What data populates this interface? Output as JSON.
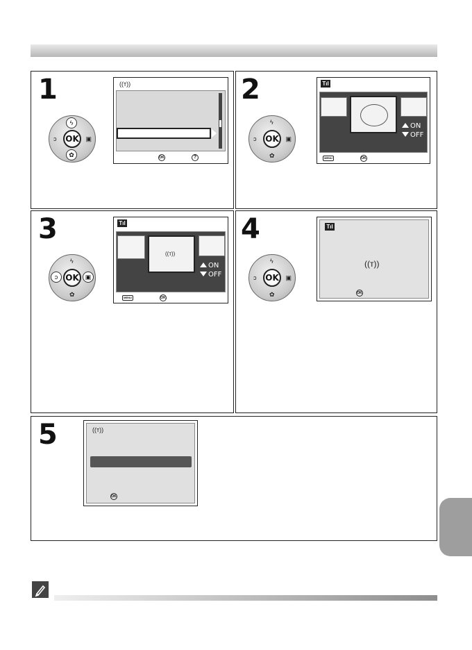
{
  "steps": [
    {
      "number": "1"
    },
    {
      "number": "2"
    },
    {
      "number": "3"
    },
    {
      "number": "4"
    },
    {
      "number": "5"
    }
  ],
  "controls": {
    "ok_label": "OK",
    "on_label": "ON",
    "off_label": "OFF",
    "menu_label": "MENU"
  },
  "icons": {
    "wireless": "wireless-icon",
    "signal": "signal-strength-icon",
    "flash": "flash-icon",
    "macro": "macro-icon",
    "self_timer": "self-timer-icon",
    "exposure": "exposure-comp-icon",
    "help": "help-icon",
    "note": "note-pencil-icon"
  },
  "colors": {
    "header_gray": "#b7b7b7",
    "lcd_gray": "#dcdcdc",
    "side_tab": "#9e9e9e",
    "selection_dark": "#555555"
  }
}
